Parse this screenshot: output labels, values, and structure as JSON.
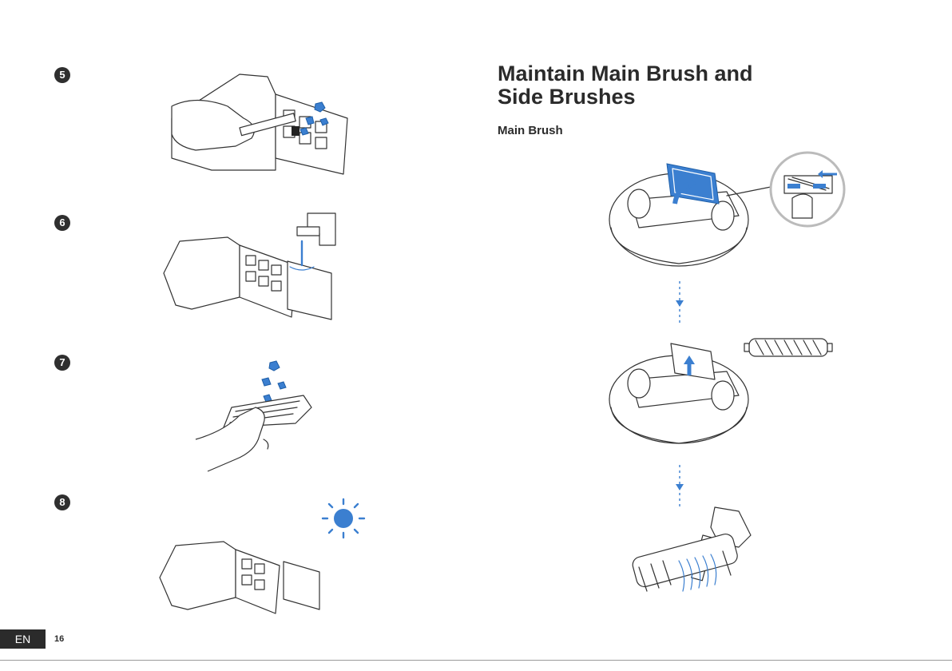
{
  "steps": [
    {
      "number": "5"
    },
    {
      "number": "6"
    },
    {
      "number": "7"
    },
    {
      "number": "8"
    }
  ],
  "section": {
    "title_line1": "Maintain Main Brush and",
    "title_line2": "Side Brushes",
    "subtitle": "Main Brush"
  },
  "footer": {
    "language": "EN",
    "page_number": "16"
  },
  "colors": {
    "accent": "#3b7fd0",
    "text": "#2b2b2b",
    "tab": "#2b2b2b"
  }
}
